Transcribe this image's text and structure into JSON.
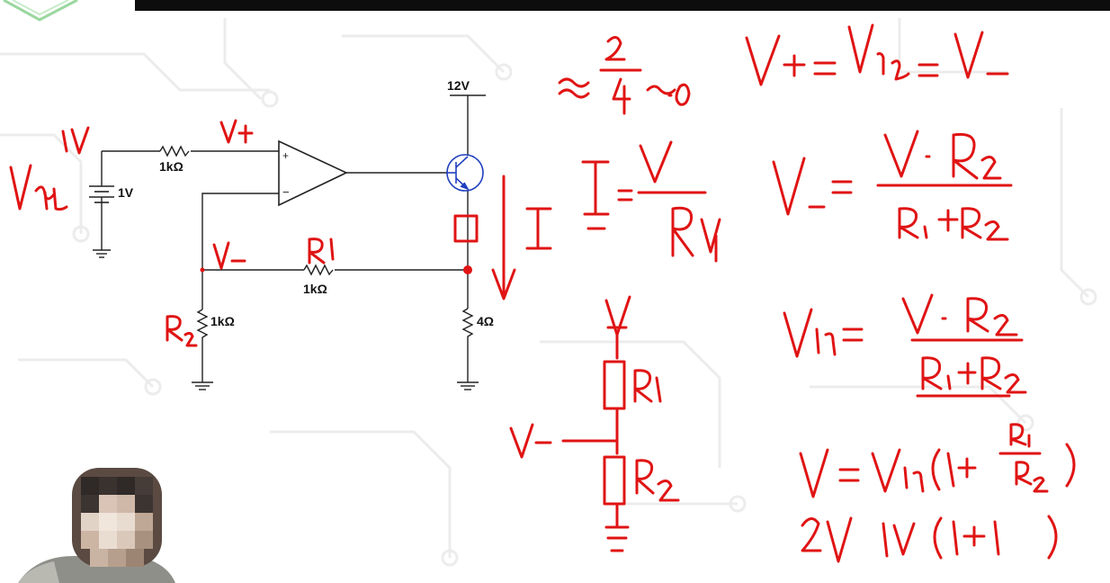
{
  "circuit": {
    "supply_voltage": "12V",
    "source_voltage": "1V",
    "r_input": "1kΩ",
    "r_feedback": "1kΩ",
    "r_ground": "1kΩ",
    "r_load": "4Ω",
    "opamp_plus": "+",
    "opamp_minus": "−"
  },
  "colors": {
    "wire": "#222222",
    "transistor": "#1f3fbf",
    "handwriting": "#e01414",
    "junction": "#e01414"
  }
}
